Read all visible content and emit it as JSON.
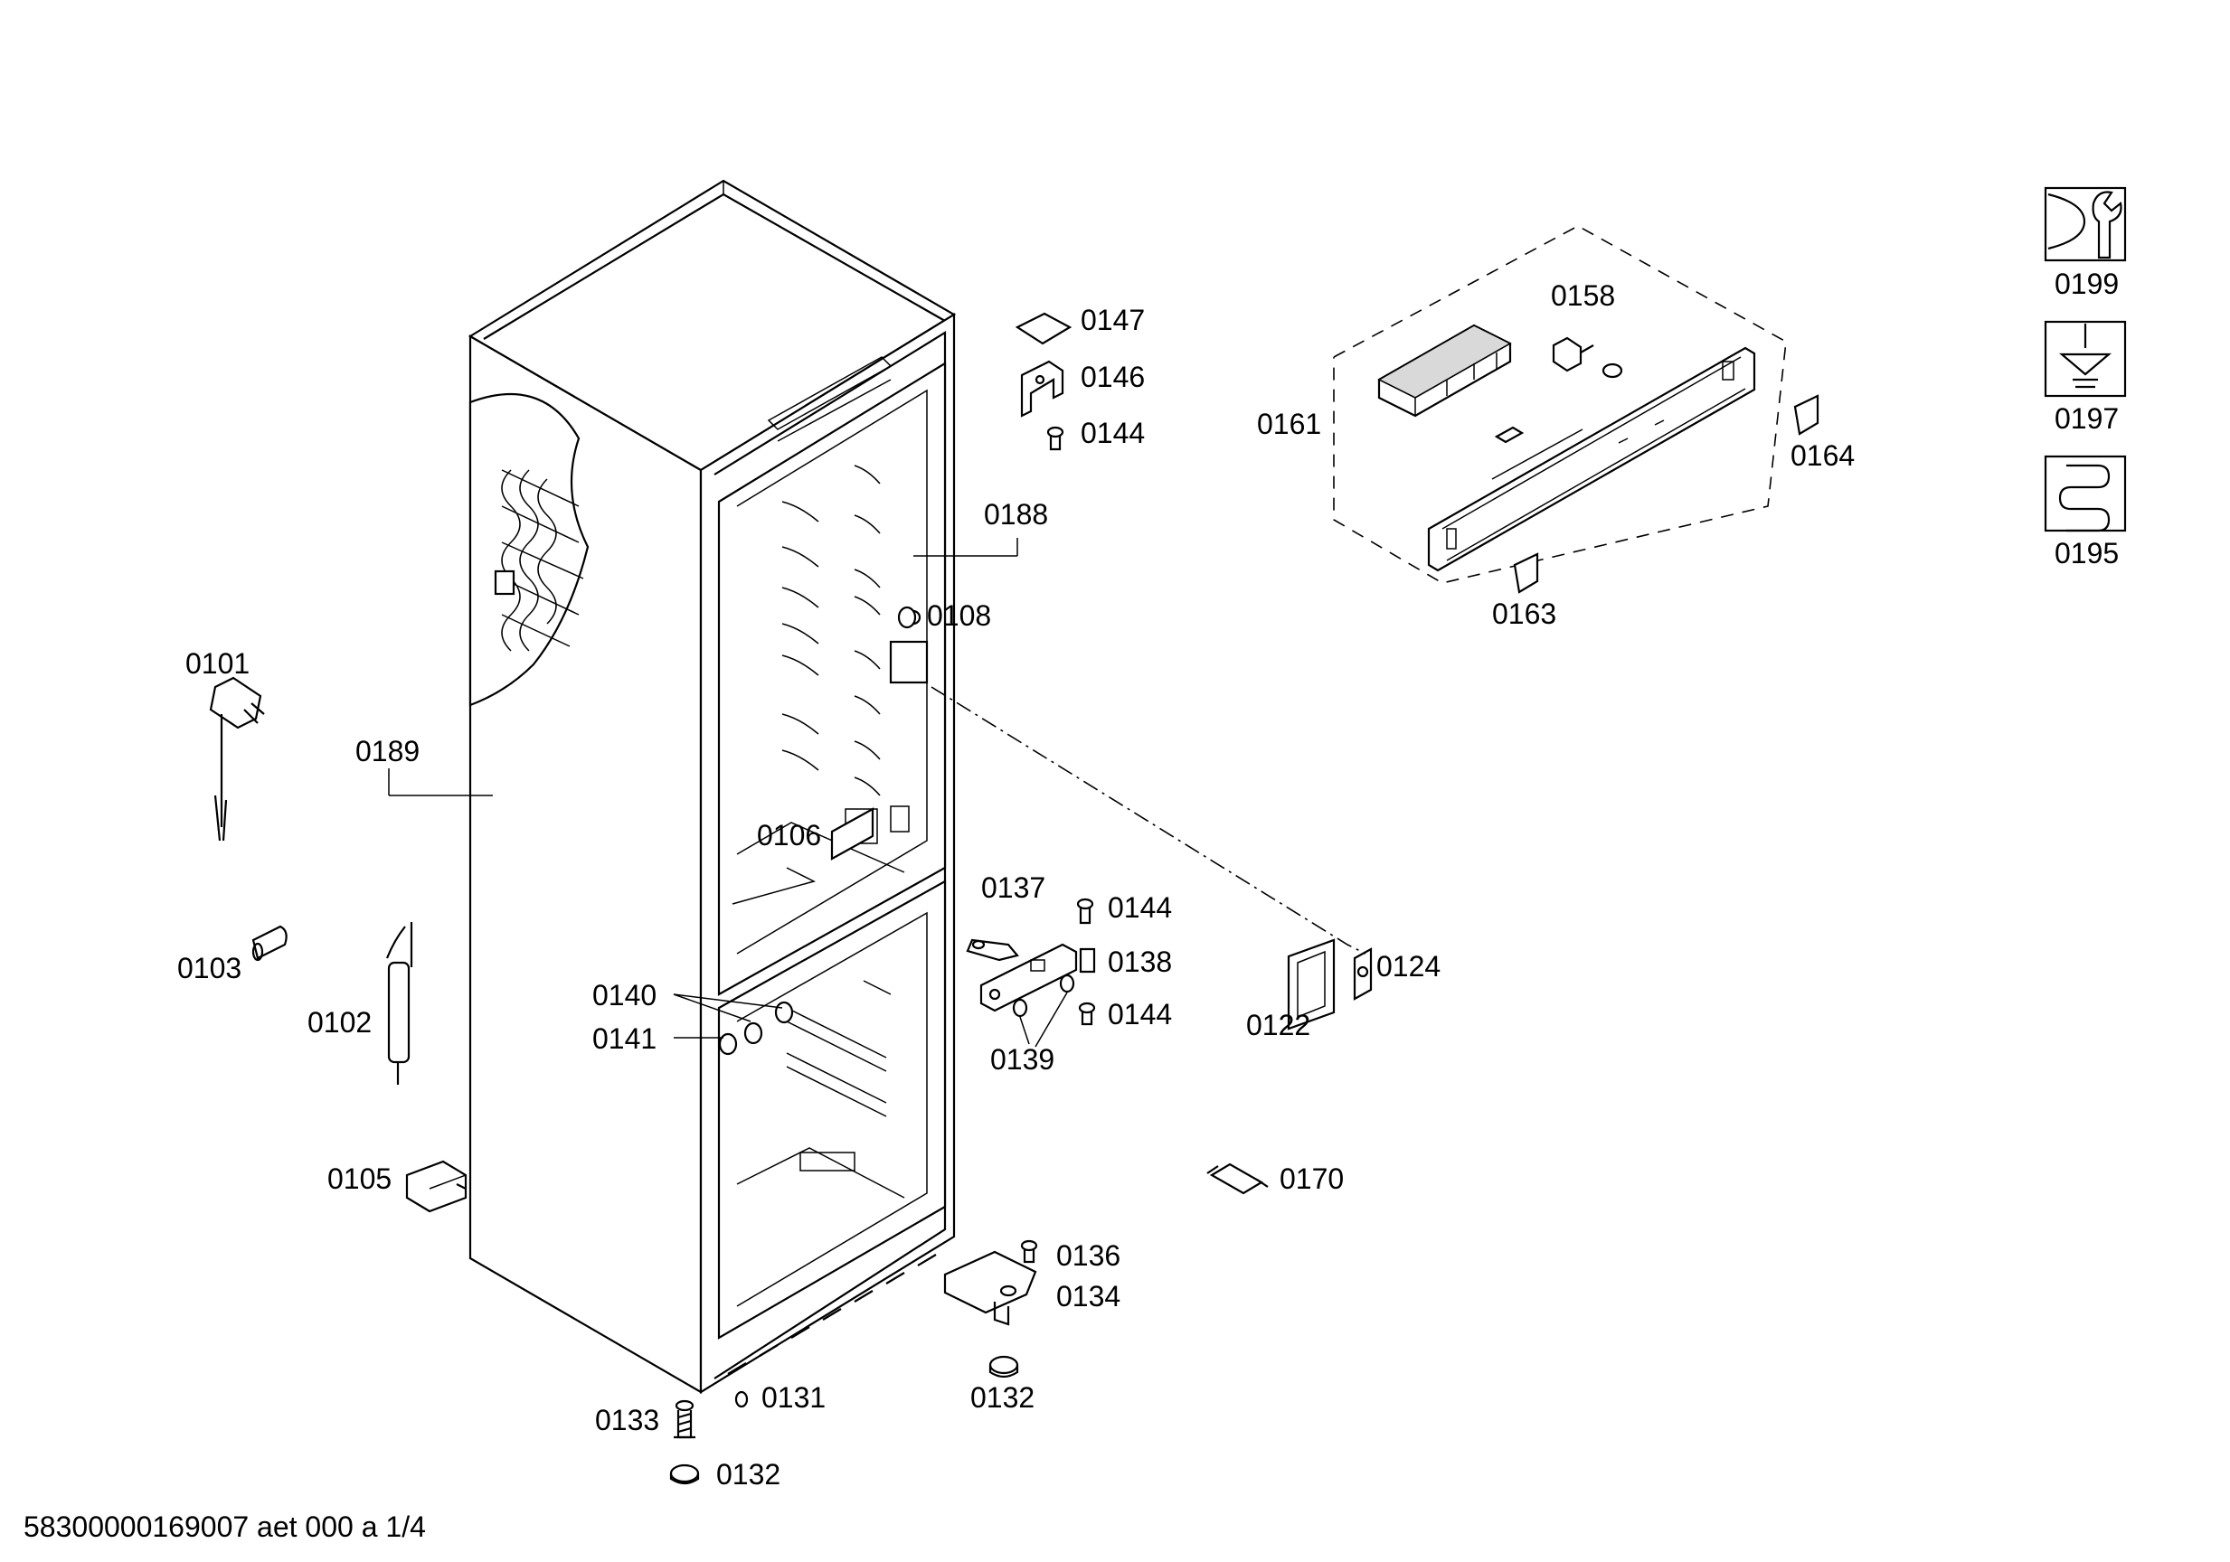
{
  "document_id": "58300000169007 aet 000 a 1/4",
  "parts": [
    {
      "label": "0101"
    },
    {
      "label": "0102"
    },
    {
      "label": "0103"
    },
    {
      "label": "0105"
    },
    {
      "label": "0106"
    },
    {
      "label": "0108"
    },
    {
      "label": "0122"
    },
    {
      "label": "0124"
    },
    {
      "label": "0131"
    },
    {
      "label": "0132"
    },
    {
      "label": "0132"
    },
    {
      "label": "0133"
    },
    {
      "label": "0134"
    },
    {
      "label": "0136"
    },
    {
      "label": "0137"
    },
    {
      "label": "0138"
    },
    {
      "label": "0139"
    },
    {
      "label": "0140"
    },
    {
      "label": "0141"
    },
    {
      "label": "0144"
    },
    {
      "label": "0144"
    },
    {
      "label": "0144"
    },
    {
      "label": "0146"
    },
    {
      "label": "0147"
    },
    {
      "label": "0158"
    },
    {
      "label": "0161"
    },
    {
      "label": "0163"
    },
    {
      "label": "0164"
    },
    {
      "label": "0170"
    },
    {
      "label": "0188"
    },
    {
      "label": "0189"
    }
  ],
  "legend": [
    {
      "label": "0199",
      "icon": "wrench-nut-icon"
    },
    {
      "label": "0197",
      "icon": "screwdriver-icon"
    },
    {
      "label": "0195",
      "icon": "heating-coil-icon"
    }
  ]
}
